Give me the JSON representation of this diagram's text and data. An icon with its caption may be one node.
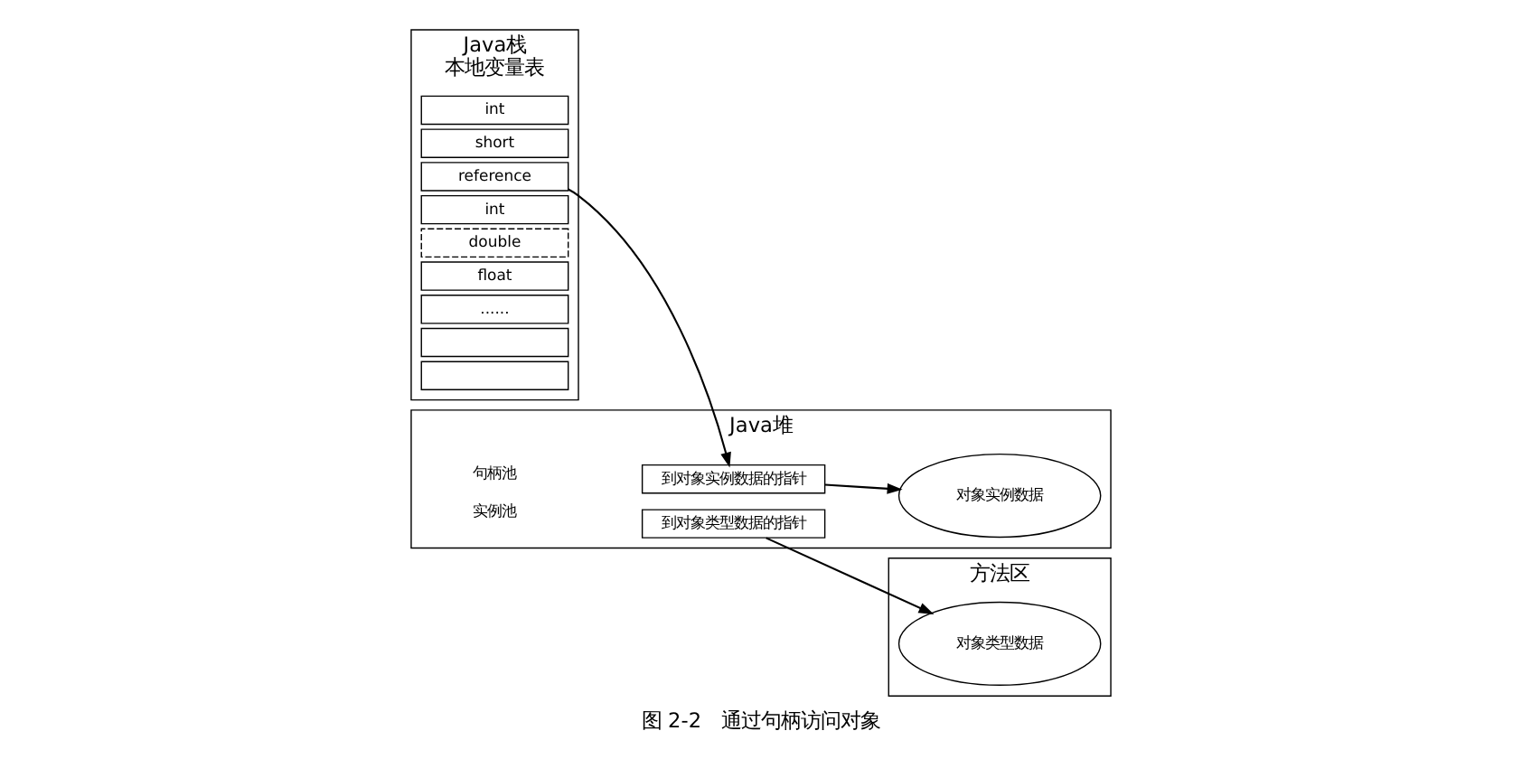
{
  "diagram": {
    "caption": "图 2-2　通过句柄访问对象",
    "nodes": [
      {
        "text": [
          "Java栈",
          "本地变量表"
        ]
      },
      {
        "text": [
          "int"
        ],
        "in": 0
      },
      {
        "text": [
          "short"
        ],
        "in": 0
      },
      {
        "text": [
          "reference"
        ],
        "in": 0
      },
      {
        "text": [
          "int"
        ],
        "in": 0
      },
      {
        "text": [
          "double"
        ],
        "in": 0
      },
      {
        "text": [
          "float"
        ],
        "in": 0
      },
      {
        "text": [
          "......"
        ],
        "in": 0
      },
      {
        "text": [],
        "shape": "box",
        "in": 0
      },
      {
        "text": [],
        "shape": "box",
        "in": 0
      },
      {
        "text": [
          "Java堆"
        ]
      },
      {
        "text": [
          "到对象实例数据的指针"
        ],
        "in": 10
      },
      {
        "text": [
          "到对象类型数据的指针"
        ],
        "in": 10
      },
      {
        "text": [
          "对象实例数据"
        ],
        "in": 10
      },
      {
        "text": [
          "方法区"
        ]
      },
      {
        "text": [
          "对象类型数据"
        ],
        "in": 14
      }
    ],
    "edges": [
      {
        "from": 3,
        "to": 11,
        "arrow": "to"
      },
      {
        "from": 11,
        "to": 13,
        "arrow": "to"
      },
      {
        "from": 12,
        "to": 15,
        "arrow": "to"
      }
    ],
    "labels": [
      "句柄池",
      "实例池"
    ]
  }
}
